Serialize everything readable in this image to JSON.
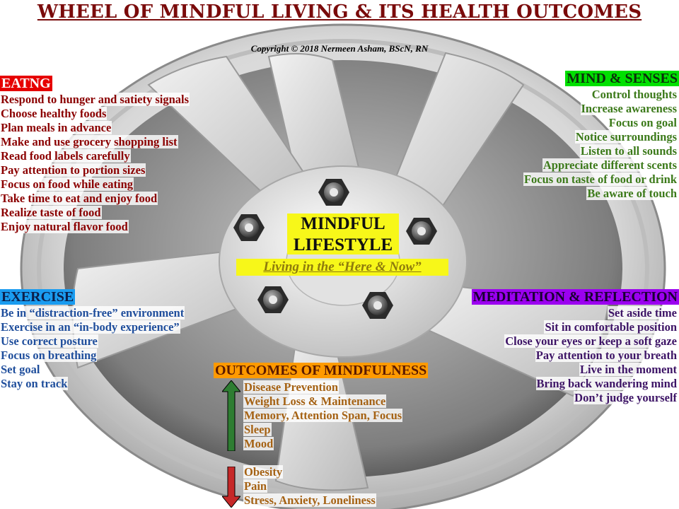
{
  "title": "WHEEL OF MINDFUL LIVING & ITS HEALTH OUTCOMES",
  "copyright": "Copyright © 2018 Nermeen Asham, BScN, RN",
  "center": {
    "line1": "MINDFUL",
    "line2": "LIFESTYLE",
    "subtitle": "Living in the “Here & Now”"
  },
  "sections": {
    "eating": {
      "heading": "EATNG",
      "color": "#8b0000",
      "heading_bg": "#e60000",
      "items": [
        "Respond to hunger and satiety signals",
        "Choose healthy foods",
        "Plan meals in advance",
        "Make and use grocery shopping list",
        "Read food labels carefully",
        "Pay attention to portion sizes",
        "Focus on food while eating",
        "Take time to eat and enjoy food",
        "Realize taste of food",
        "Enjoy natural flavor food"
      ]
    },
    "mind": {
      "heading": "MIND & SENSES",
      "color": "#3c7a1a",
      "heading_bg": "#00e000",
      "items": [
        "Control thoughts",
        "Increase awareness",
        "Focus on goal",
        "Notice surroundings",
        "Listen to all sounds",
        "Appreciate different scents",
        "Focus on taste of food or drink",
        "Be aware of touch"
      ]
    },
    "exercise": {
      "heading": "EXERCISE",
      "color": "#1f4e9c",
      "heading_bg": "#1a9cf0",
      "items": [
        "Be in “distraction-free” environment",
        "Exercise in an “in-body experience”",
        "Use correct posture",
        "Focus on breathing",
        "Set goal",
        "Stay on track"
      ]
    },
    "meditation": {
      "heading": "MEDITATION & REFLECTION",
      "color": "#3d1466",
      "heading_bg": "#9b00f0",
      "items": [
        "Set aside time",
        "Sit in comfortable position",
        "Close your eyes or keep a soft gaze",
        "Pay attention to your breath",
        "Live in the moment",
        "Bring back wandering mind",
        "Don’t judge yourself"
      ]
    },
    "outcomes": {
      "heading": "OUTCOMES OF MINDFULNESS",
      "color": "#a56214",
      "heading_bg": "#ff9a00",
      "increase_items": [
        "Disease Prevention",
        "Weight Loss & Maintenance",
        "Memory, Attention Span, Focus",
        "Sleep",
        "Mood"
      ],
      "decrease_items": [
        "Obesity",
        "Pain",
        "Stress, Anxiety, Loneliness"
      ],
      "up_arrow_color": "#2e7d32",
      "down_arrow_color": "#c62828"
    }
  }
}
